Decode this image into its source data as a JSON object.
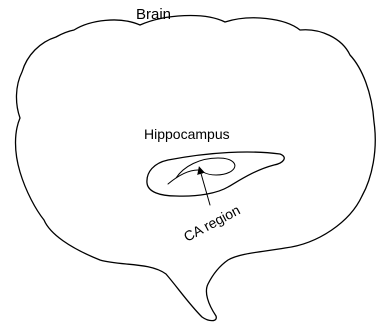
{
  "labels": {
    "brain": "Brain",
    "hippocampus": "Hippocampus",
    "ca_region": "CA region"
  },
  "colors": {
    "stroke": "#000000",
    "background": "#ffffff"
  }
}
